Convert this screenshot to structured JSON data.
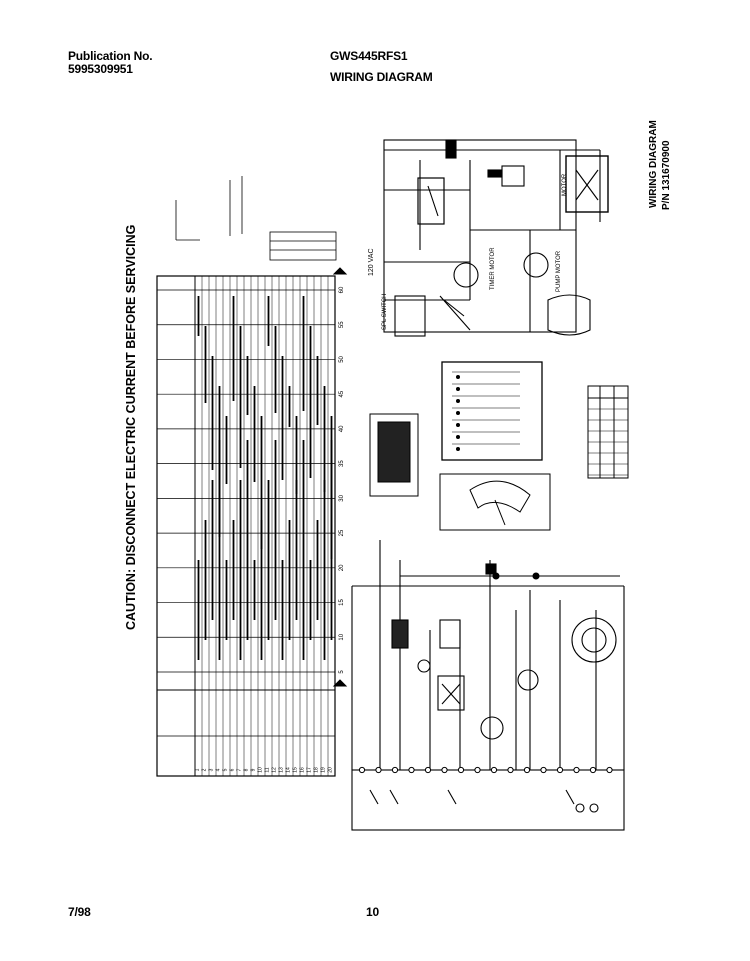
{
  "header": {
    "publication_label": "Publication No.",
    "publication_number": "5995309951",
    "model": "GWS445RFS1",
    "title": "WIRING DIAGRAM"
  },
  "caution": "CAUTION: DISCONNECT ELECTRIC CURRENT BEFORE SERVICING",
  "side_title": {
    "line1": "WIRING DIAGRAM",
    "line2": "P/N 131670900"
  },
  "circuit": {
    "voltage_label": "120 VAC",
    "timer_motor_label": "TIMER MOTOR",
    "pump_motor_label": "PUMP MOTOR",
    "motor_label": "MOTOR",
    "spl_label": "SPL SWITCH"
  },
  "timer_chart": {
    "interval_numbers": [
      "5",
      "10",
      "15",
      "20",
      "25",
      "30",
      "35",
      "40",
      "45",
      "50",
      "55",
      "60"
    ],
    "row_numbers": [
      "1",
      "2",
      "3",
      "4",
      "5",
      "6",
      "7",
      "8",
      "9",
      "10",
      "11",
      "12",
      "13",
      "14",
      "15",
      "16",
      "17",
      "18",
      "19",
      "20"
    ]
  },
  "footer": {
    "date": "7/98",
    "page_number": "10"
  },
  "colors": {
    "ink": "#000000",
    "grey": "#555555"
  }
}
